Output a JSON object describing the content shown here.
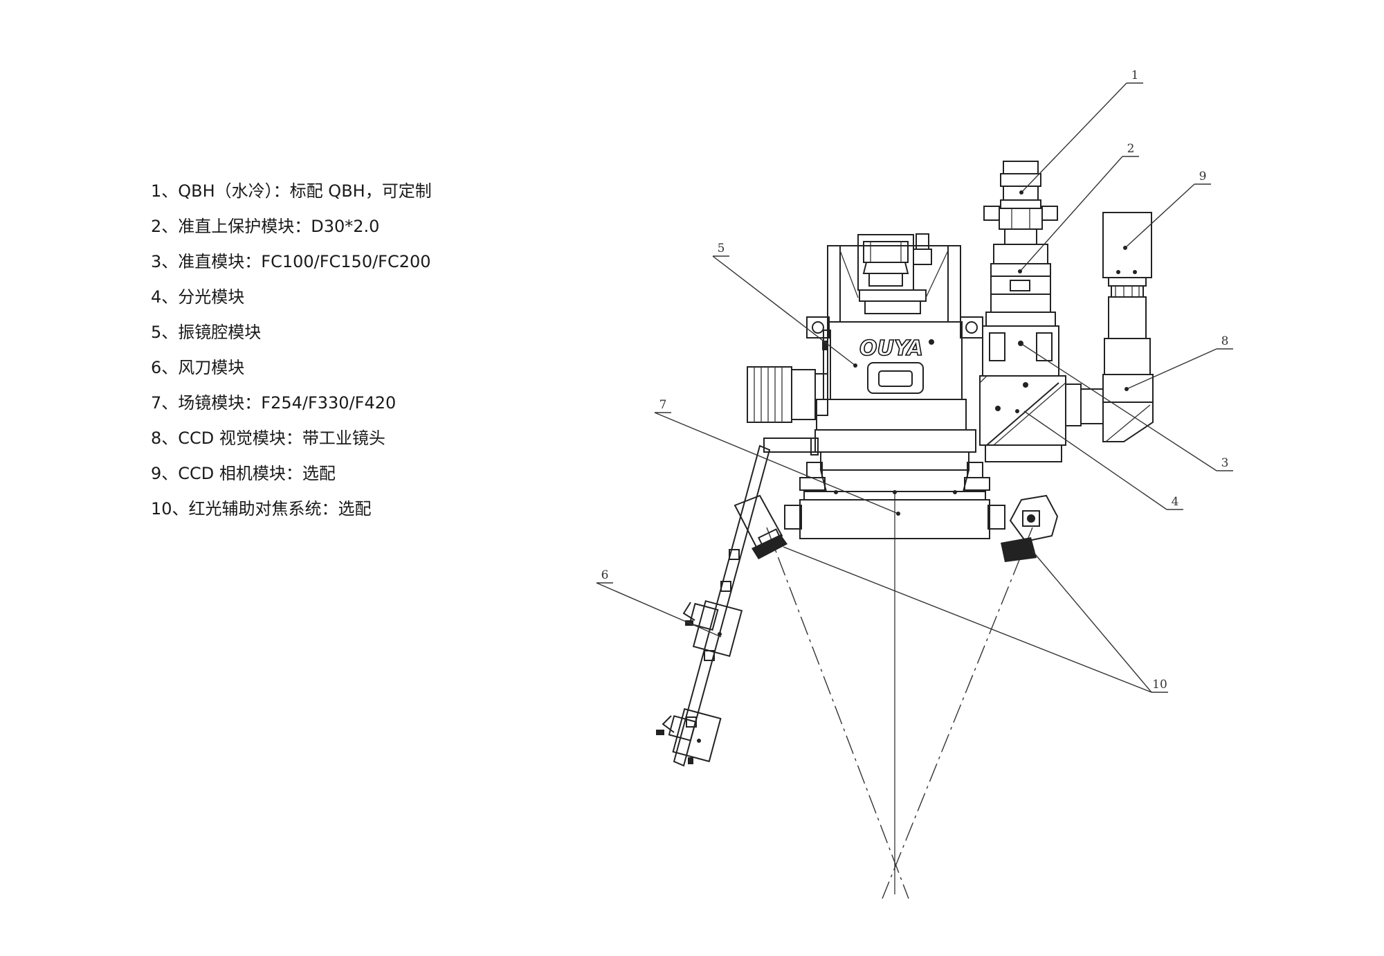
{
  "legend": [
    "1、QBH（水冷）：标配 QBH，可定制",
    "2、准直上保护模块：D30*2.0",
    "3、准直模块：FC100/FC150/FC200",
    "4、分光模块",
    "5、振镜腔模块",
    "6、风刀模块",
    "7、场镜模块：F254/F330/F420",
    "8、CCD 视觉模块：带工业镜头",
    "9、CCD 相机模块：选配",
    "10、红光辅助对焦系统：选配"
  ],
  "callouts": {
    "c1": "1",
    "c2": "2",
    "c3": "3",
    "c4": "4",
    "c5": "5",
    "c6": "6",
    "c7": "7",
    "c8": "8",
    "c9": "9",
    "c10": "10"
  },
  "logo_text": "OUYA"
}
